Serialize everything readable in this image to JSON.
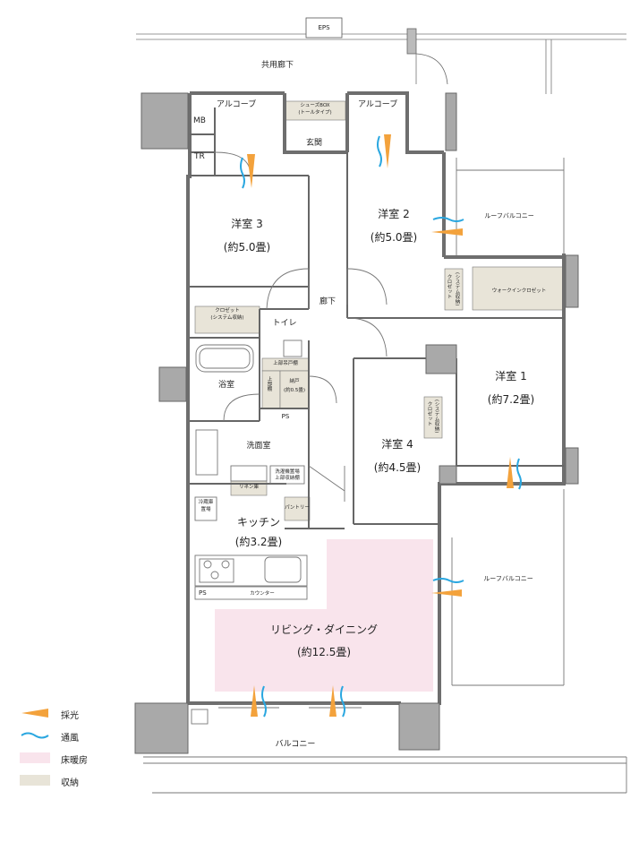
{
  "labels": {
    "eps": "EPS",
    "corridor_common": "共用廊下",
    "alcove_left": "アルコーブ",
    "alcove_right": "アルコーブ",
    "mb": "MB",
    "tr": "TR",
    "shoes_box": "シューズBOX",
    "shoes_box_sub": "(トールタイプ)",
    "entrance": "玄関",
    "room3": "洋室 3",
    "room3_size": "(約5.0畳)",
    "room2": "洋室 2",
    "room2_size": "(約5.0畳)",
    "roof_balcony_top": "ルーフバルコニー",
    "closet_room3": "クロゼット",
    "closet_room3_sub": "(システム収納)",
    "closet_room2": "クロゼット",
    "closet_room2_sub": "(システム収納)",
    "walk_in_closet": "ウォークインクロゼット",
    "hallway": "廊下",
    "toilet": "トイレ",
    "upper_cabinet": "上部吊戸棚",
    "storage": "納戸",
    "storage_size": "(約0.5畳)",
    "upper_shelf": "上部棚",
    "ps_upper": "PS",
    "bathroom": "浴室",
    "room1": "洋室 1",
    "room1_size": "(約7.2畳)",
    "room4": "洋室 4",
    "room4_size": "(約4.5畳)",
    "closet_room4": "クロゼット",
    "closet_room4_sub": "(システム収納)",
    "washroom": "洗面室",
    "washer_space": "洗濯機置場",
    "washer_space_sub": "上部収納棚",
    "linen": "リネン庫",
    "fridge": "冷蔵庫",
    "fridge_sub": "置場",
    "pantry": "パントリー",
    "kitchen": "キッチン",
    "kitchen_size": "(約3.2畳)",
    "ps_lower": "PS",
    "counter": "カウンター",
    "roof_balcony_mid": "ルーフバルコニー",
    "living": "リビング・ダイニング",
    "living_size": "(約12.5畳)",
    "balcony": "バルコニー"
  },
  "legend": [
    {
      "label": "採光",
      "kind": "light",
      "color": "#f3a23c"
    },
    {
      "label": "通風",
      "kind": "wind",
      "color": "#2aa7e0"
    },
    {
      "label": "床暖房",
      "kind": "floorheat",
      "color": "#f9e4ec"
    },
    {
      "label": "収納",
      "kind": "storage",
      "color": "#e8e4d8"
    }
  ],
  "colors": {
    "wall": "#6e6e6e",
    "column": "#a9a9a9",
    "storage": "#e8e4d8",
    "floorheat": "#f9e4ec",
    "light": "#f3a23c",
    "wind": "#2aa7e0",
    "line": "#555555"
  }
}
